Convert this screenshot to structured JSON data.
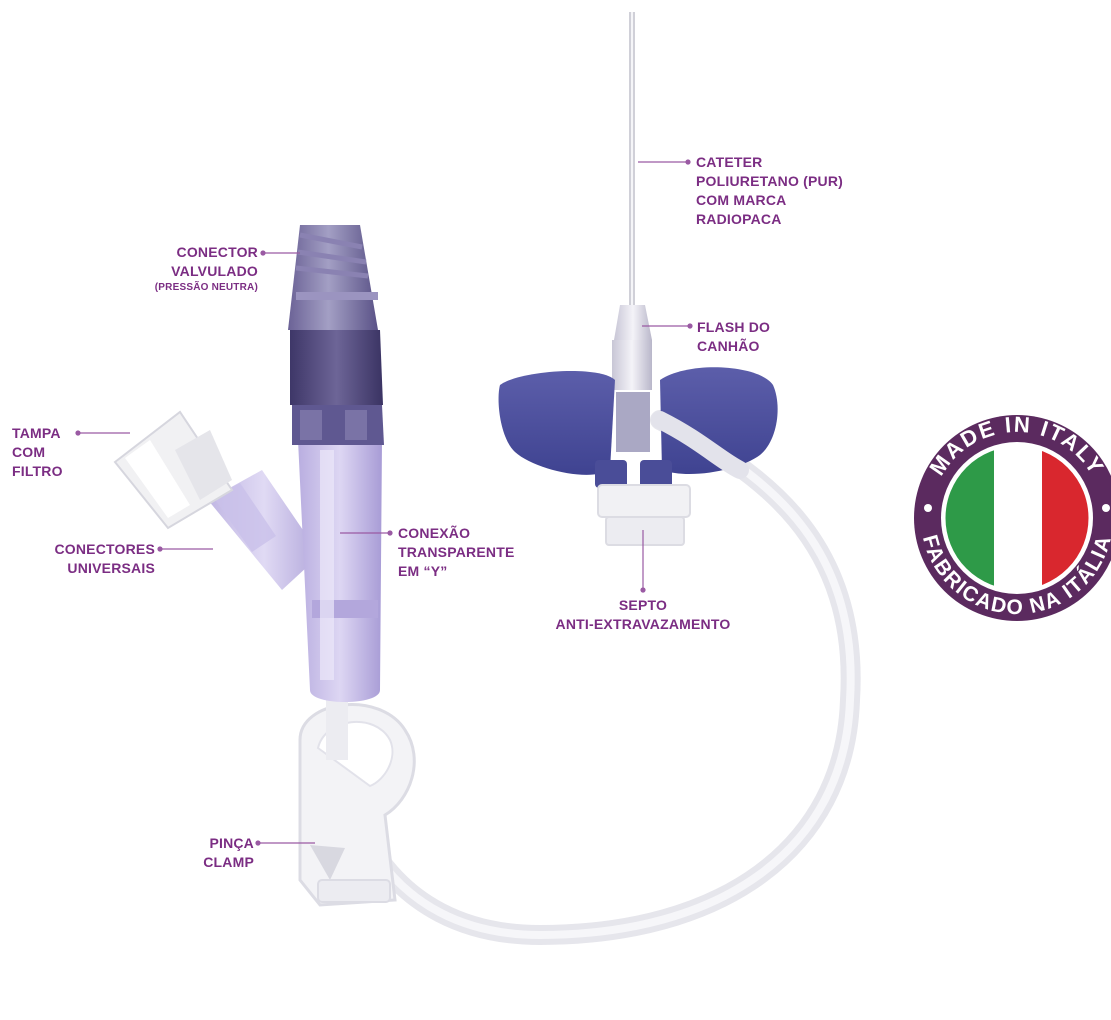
{
  "labels": {
    "conector": {
      "lines": [
        "CONECTOR",
        "VALVULADO"
      ],
      "sub": "(PRESSÃO NEUTRA)"
    },
    "tampa": {
      "lines": [
        "TAMPA",
        "COM",
        "FILTRO"
      ]
    },
    "conectores": {
      "lines": [
        "CONECTORES",
        "UNIVERSAIS"
      ]
    },
    "conexao": {
      "lines": [
        "CONEXÃO",
        "TRANSPARENTE",
        "EM “Y”"
      ]
    },
    "cateter": {
      "lines": [
        "CATETER",
        "POLIURETANO (PUR)",
        "COM MARCA",
        "RADIOPACA"
      ]
    },
    "flash": {
      "lines": [
        "FLASH DO",
        "CANHÃO"
      ]
    },
    "septo": {
      "lines": [
        "SEPTO",
        "ANTI-EXTRAVAZAMENTO"
      ]
    },
    "pinca": {
      "lines": [
        "PINÇA",
        "CLAMP"
      ]
    }
  },
  "badge": {
    "top_text": "MADE IN ITALY",
    "bottom_text": "FABRICADO NA ITÁLIA",
    "flag_colors": [
      "#2e9a48",
      "#ffffff",
      "#d9272e"
    ],
    "ring_color": "#5b2a5f"
  },
  "colors": {
    "label": "#7b2d83",
    "device_purple": "#6f63a8",
    "wing_blue": "#5b5ea9",
    "tube": "#e9e9ee"
  }
}
